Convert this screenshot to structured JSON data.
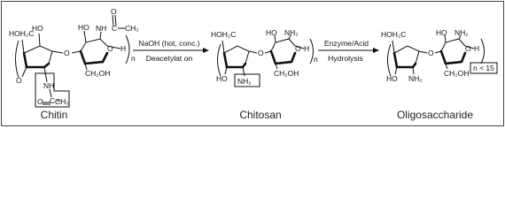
{
  "labels": {
    "hoh2c": "HOH₂C",
    "ho": "HO",
    "nh": "NH",
    "nh2": "NH₂",
    "c": "C",
    "ch3": "CH₃",
    "o": "O",
    "ch2oh": "CH₂OH",
    "h": "H",
    "n": "n",
    "n_lt_15": "n < 15"
  },
  "arrow1": {
    "top": "NaOH (hot, conc.)",
    "bottom": "Deacetylat on"
  },
  "arrow2": {
    "top": "Enzyme/Acid",
    "bottom": "Hydrolysis"
  },
  "captions": {
    "chitin": "Chitin",
    "chitosan": "Chitosan",
    "oligo": "Oligosaccharide"
  }
}
